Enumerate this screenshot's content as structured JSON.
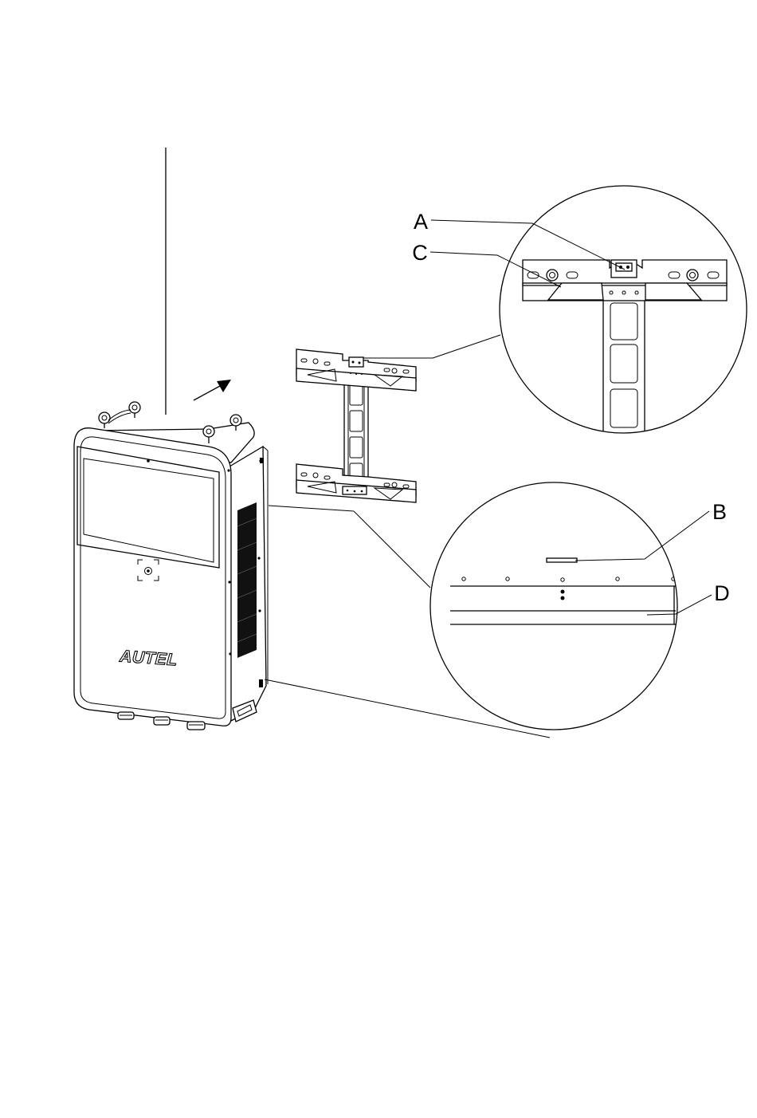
{
  "labels": {
    "a": "A",
    "b": "B",
    "c": "C",
    "d": "D"
  },
  "charger": {
    "brand": "AUTEL"
  },
  "colors": {
    "line": "#000000",
    "background": "#ffffff"
  },
  "icons": {
    "direction": "arrow-up-right-icon"
  }
}
